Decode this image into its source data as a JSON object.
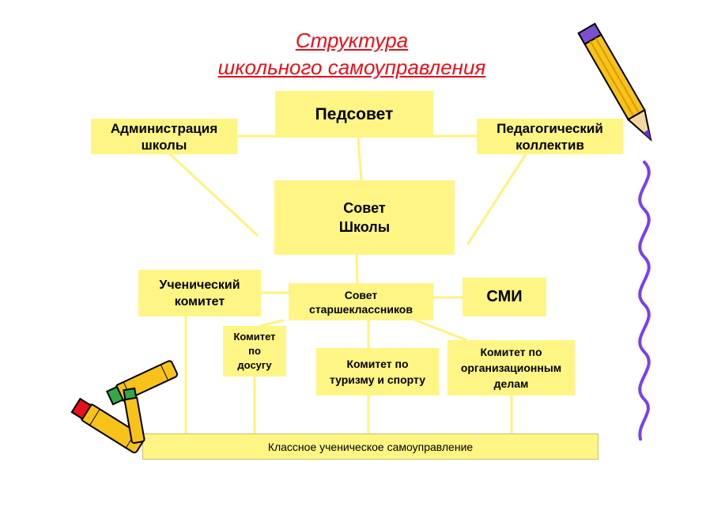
{
  "title": {
    "line1": "Структура",
    "line2": "школьного самоуправления"
  },
  "nodes": {
    "pedsovet": "Педсовет",
    "administration": "Администрация\nшколы",
    "ped_collective": "Педагогический\nколлектив",
    "school_council": "Совет\nШколы",
    "student_committee": "Ученический\nкомитет",
    "seniors_council": "Совет\nстаршеклассников",
    "media": "СМИ",
    "leisure_committee": "Комитет\nпо\nдосугу",
    "tourism_committee": "Комитет по\nтуризму и спорту",
    "org_committee": "Комитет по\nорганизационным\nделам",
    "class_self_government": "Классное ученическое самоуправление"
  },
  "colors": {
    "box_fill": "#fff584",
    "connector": "#fff37a",
    "title": "#e8101a",
    "squiggle": "#7a3ff0"
  },
  "decorations": [
    "pencil-icon",
    "crayon-icon",
    "squiggle-line"
  ]
}
